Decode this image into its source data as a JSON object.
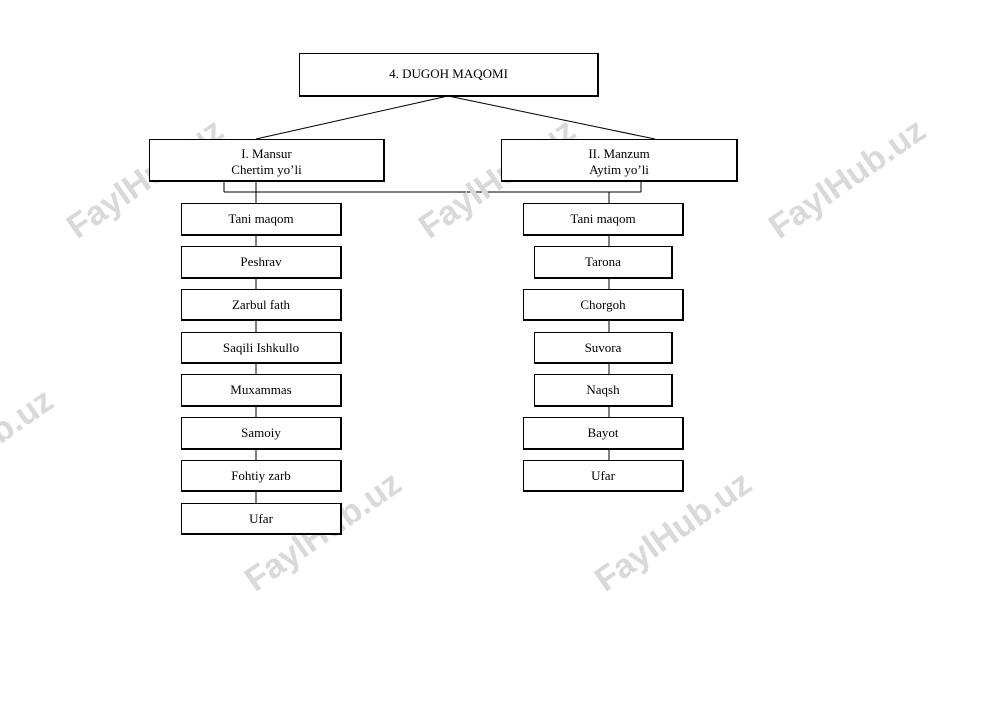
{
  "root": {
    "label": "4. DUGOH  MAQOMI"
  },
  "branches": [
    {
      "title": "I. Mansur",
      "subtitle": "Chertim yo’li",
      "items": [
        "Tani maqom",
        "Peshrav",
        "Zarbul fath",
        "Saqili Ishkullo",
        "Muxammas",
        "Samoiy",
        "Fohtiy zarb",
        "Ufar"
      ]
    },
    {
      "title": "II. Manzum",
      "subtitle": "Aytim yo’li",
      "items": [
        "Tani maqom",
        "Tarona",
        "Chorgoh",
        "Suvora",
        "Naqsh",
        "Bayot",
        "Ufar"
      ]
    }
  ],
  "watermark": "FaylHub.uz"
}
